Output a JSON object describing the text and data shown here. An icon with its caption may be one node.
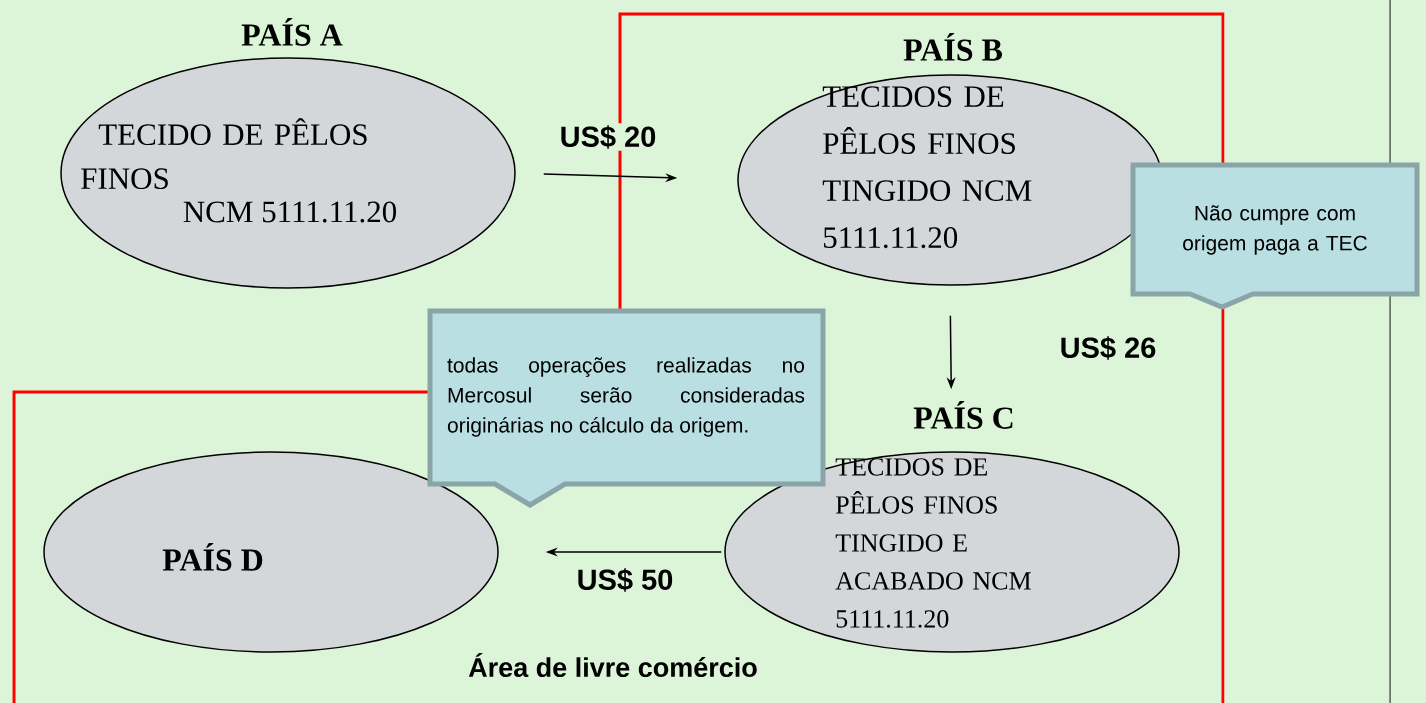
{
  "diagram": {
    "nodes": [
      {
        "text": [
          "PAÍS A",
          "TECIDO DE PÊLOS FINOS",
          "NCM 5111.11.20"
        ]
      },
      {
        "text": [
          "PAÍS B",
          "TECIDOS DE PÊLOS FINOS TINGIDO NCM 5111.11.20"
        ]
      },
      {
        "text": [
          "PAÍS C",
          "TECIDOS DE PÊLOS FINOS TINGIDO E ACABADO NCM 5111.11.20"
        ]
      },
      {
        "text": [
          "PAÍS D"
        ]
      },
      {
        "text": [
          "Não cumpre com origem paga a TEC"
        ]
      },
      {
        "text": [
          "todas operações realizadas no Mercosul serão consideradas originárias no cálculo da origem."
        ]
      }
    ],
    "edges": [
      {
        "from": 0,
        "to": 1,
        "arrow": "to",
        "label": "US$ 20"
      },
      {
        "from": 1,
        "to": 2,
        "arrow": "to",
        "label": "US$ 26"
      },
      {
        "from": 2,
        "to": 3,
        "arrow": "to",
        "label": "US$ 50"
      }
    ],
    "labels": [
      "Área de livre comércio"
    ]
  }
}
